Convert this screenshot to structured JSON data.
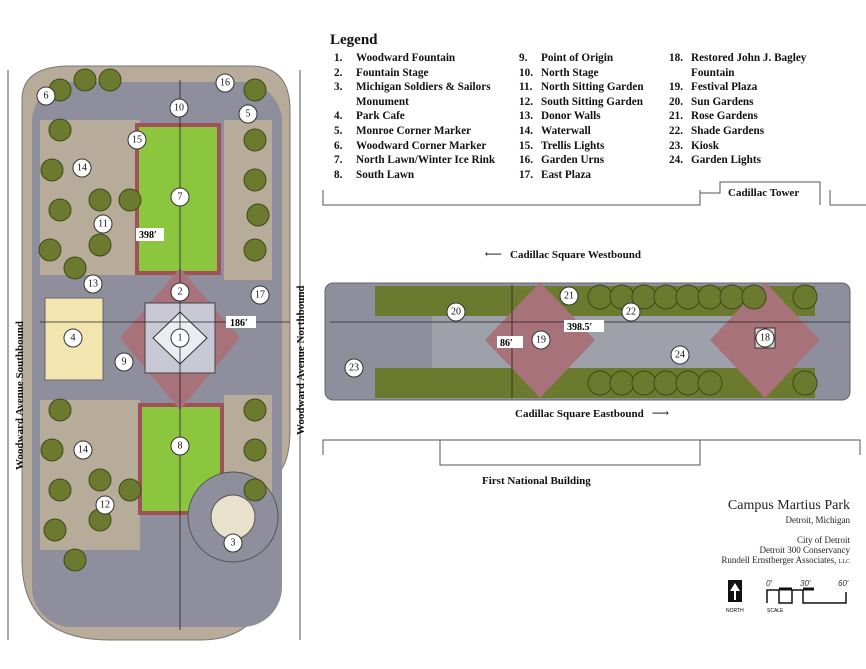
{
  "legend": {
    "title": "Legend",
    "col1": [
      {
        "n": "1.",
        "t": "Woodward Fountain"
      },
      {
        "n": "2.",
        "t": "Fountain Stage"
      },
      {
        "n": "3.",
        "t": "Michigan Soldiers & Sailors Monument"
      },
      {
        "n": "4.",
        "t": "Park Cafe"
      },
      {
        "n": "5.",
        "t": "Monroe Corner Marker"
      },
      {
        "n": "6.",
        "t": "Woodward Corner Marker"
      },
      {
        "n": "7.",
        "t": "North Lawn/Winter Ice Rink"
      },
      {
        "n": "8.",
        "t": "South Lawn"
      }
    ],
    "col2": [
      {
        "n": "9.",
        "t": "Point of Origin"
      },
      {
        "n": "10.",
        "t": "North Stage"
      },
      {
        "n": "11.",
        "t": "North Sitting Garden"
      },
      {
        "n": "12.",
        "t": "South Sitting Garden"
      },
      {
        "n": "13.",
        "t": "Donor Walls"
      },
      {
        "n": "14.",
        "t": "Waterwall"
      },
      {
        "n": "15.",
        "t": "Trellis Lights"
      },
      {
        "n": "16.",
        "t": "Garden Urns"
      },
      {
        "n": "17.",
        "t": "East Plaza"
      }
    ],
    "col3": [
      {
        "n": "18.",
        "t": "Restored John J. Bagley Fountain"
      },
      {
        "n": "19.",
        "t": "Festival Plaza"
      },
      {
        "n": "20.",
        "t": "Sun Gardens"
      },
      {
        "n": "21.",
        "t": "Rose Gardens"
      },
      {
        "n": "22.",
        "t": "Shade Gardens"
      },
      {
        "n": "23.",
        "t": "Kiosk"
      },
      {
        "n": "24.",
        "t": "Garden Lights"
      }
    ]
  },
  "streets": {
    "woodward_south": "Woodward Avenue Southbound",
    "woodward_north": "Woodward Avenue Northbound",
    "cadillac_west": "Cadillac Square Westbound",
    "cadillac_east": "Cadillac Square Eastbound"
  },
  "buildings": {
    "cadillac_tower": "Cadillac Tower",
    "first_national": "First National Building"
  },
  "dimensions": {
    "park_length": "398′",
    "park_width": "186′",
    "square_length": "398.5′",
    "square_width": "86′"
  },
  "markers": [
    "1",
    "2",
    "3",
    "4",
    "5",
    "6",
    "7",
    "8",
    "9",
    "10",
    "11",
    "12",
    "13",
    "14",
    "14",
    "15",
    "16",
    "17",
    "18",
    "19",
    "20",
    "21",
    "22",
    "23",
    "24"
  ],
  "title_block": {
    "title": "Campus Martius Park",
    "location": "Detroit, Michigan",
    "org1": "City of Detroit",
    "org2": "Detroit 300 Conservancy",
    "org3": "Rundell Ernstberger Associates,",
    "org3_suffix": "LLC"
  },
  "north": {
    "label": "NORTH"
  },
  "scale": {
    "label": "SCALE",
    "ticks": [
      "0′",
      "30′",
      "60′"
    ]
  },
  "colors": {
    "lawn": "#8cc63f",
    "paving": "#9a9aa8",
    "plaza": "#a8727a",
    "tree": "#6b7a2e"
  }
}
